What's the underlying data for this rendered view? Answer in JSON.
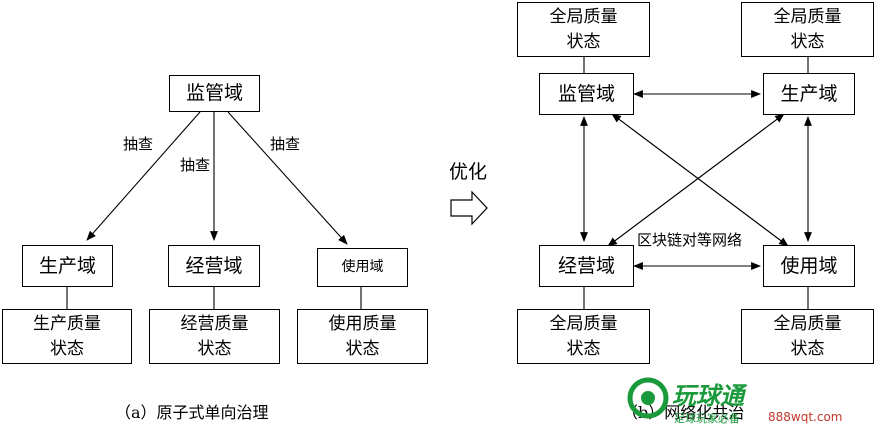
{
  "left": {
    "supervision": "监管域",
    "production": "生产域",
    "operation": "经营域",
    "usage": "使用域",
    "q_production": [
      "生产质量",
      "状态"
    ],
    "q_operation": [
      "经营质量",
      "状态"
    ],
    "q_usage": [
      "使用质量",
      "状态"
    ],
    "inspect_1": "抽查",
    "inspect_2": "抽查",
    "inspect_3": "抽查",
    "caption": "（a）原子式单向治理"
  },
  "middle": {
    "label": "优化"
  },
  "right": {
    "supervision": "监管域",
    "production": "生产域",
    "operation": "经营域",
    "usage": "使用域",
    "global_quality": [
      "全局质量",
      "状态"
    ],
    "network_label": "区块链对等网络",
    "caption": "（b）网络化共治"
  },
  "watermark": {
    "logo_text": "玩球通",
    "slogan": "足球玩家必备",
    "url": "888wqt.com",
    "colors": {
      "logo": "#1a9a3a",
      "url": "#c0392b"
    }
  }
}
